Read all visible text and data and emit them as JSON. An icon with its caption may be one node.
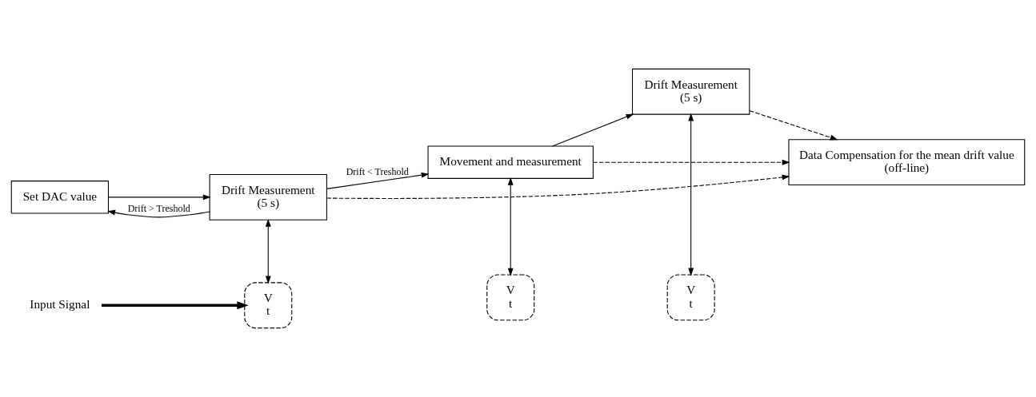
{
  "diagram": {
    "nodes": [
      {
        "text": [
          "Set DAC value"
        ]
      },
      {
        "text": [
          "Drift Measurement",
          "(5 s)"
        ]
      },
      {
        "text": [
          "Movement and measurement"
        ]
      },
      {
        "text": [
          "Drift Measurement",
          "(5 s)"
        ]
      },
      {
        "text": [
          "Data Compensation for the mean drift value",
          "(off-line)"
        ]
      },
      {
        "text": [
          "V",
          "t"
        ]
      },
      {
        "text": [
          "V",
          "t"
        ]
      },
      {
        "text": [
          "V",
          "t"
        ]
      },
      {
        "text": [
          "Input Signal"
        ]
      }
    ],
    "edges": [
      {
        "from": 0,
        "to": 1,
        "arrow": "to"
      },
      {
        "from": 1,
        "to": 0,
        "arrow": "to",
        "label": "Drift > Treshold"
      },
      {
        "from": 1,
        "to": 2,
        "arrow": "to",
        "label": "Drift < Treshold"
      },
      {
        "from": 2,
        "to": 3,
        "arrow": "to"
      },
      {
        "from": 1,
        "to": 4,
        "arrow": "to",
        "style": "dashed"
      },
      {
        "from": 2,
        "to": 4,
        "arrow": "to",
        "style": "dashed"
      },
      {
        "from": 3,
        "to": 4,
        "arrow": "to",
        "style": "dashed"
      },
      {
        "from": 1,
        "to": 5,
        "arrow": "both"
      },
      {
        "from": 2,
        "to": 6,
        "arrow": "both"
      },
      {
        "from": 3,
        "to": 7,
        "arrow": "both"
      },
      {
        "from": 8,
        "to": 5,
        "arrow": "to",
        "style": "thick"
      }
    ]
  }
}
